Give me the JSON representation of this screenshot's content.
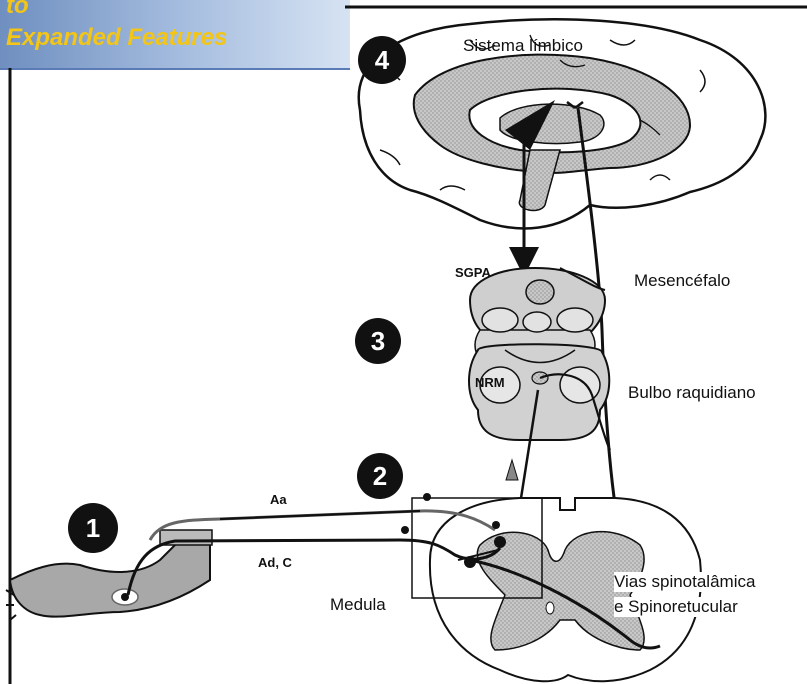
{
  "banner": {
    "line1": "to",
    "line2": "Expanded Features"
  },
  "steps": [
    "1",
    "2",
    "3",
    "4"
  ],
  "labels": {
    "limbic": "Sistema límbico",
    "sgpa": "SGPA",
    "mesencefalo": "Mesencéfalo",
    "nrm": "NRM",
    "bulbo": "Bulbo raquidiano",
    "aa": "Aa",
    "adc": "Ad, C",
    "medula": "Medula",
    "vias_line1": "Vias spinotalâmica",
    "vias_line2": "e Spinoretucular"
  },
  "colors": {
    "banner_text": "#f2c516",
    "banner_bg": "#8fa9d3",
    "gray_fill": "#bdbdbd",
    "dark_gray": "#8a8a8a"
  }
}
